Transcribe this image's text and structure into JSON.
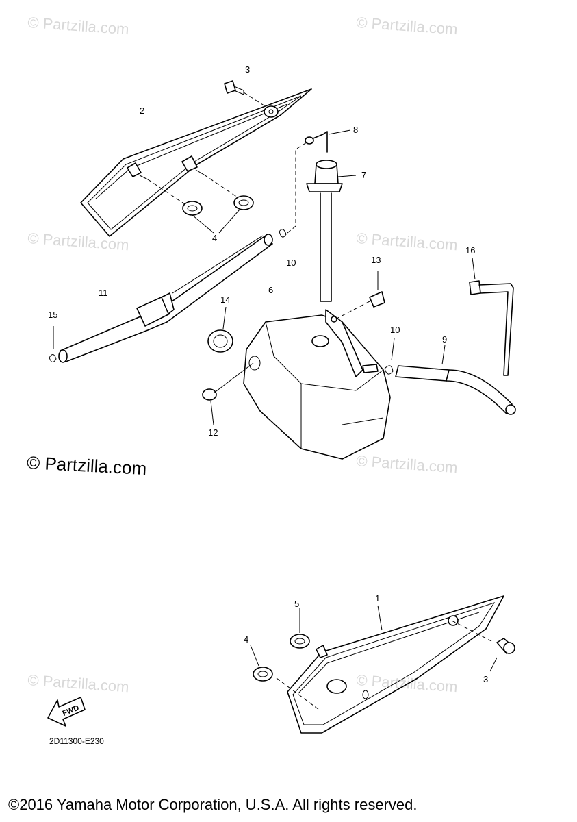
{
  "watermark": "© Partzilla.com",
  "watermark_main": "© Partzilla.com",
  "diagram_code": "2D11300-E230",
  "copyright": "©2016 Yamaha Motor Corporation, U.S.A. All rights reserved.",
  "fwd_label": "FWD",
  "callouts": [
    "1",
    "2",
    "3",
    "3",
    "4",
    "4",
    "5",
    "6",
    "7",
    "8",
    "9",
    "10",
    "10",
    "11",
    "12",
    "13",
    "14",
    "15",
    "16"
  ]
}
